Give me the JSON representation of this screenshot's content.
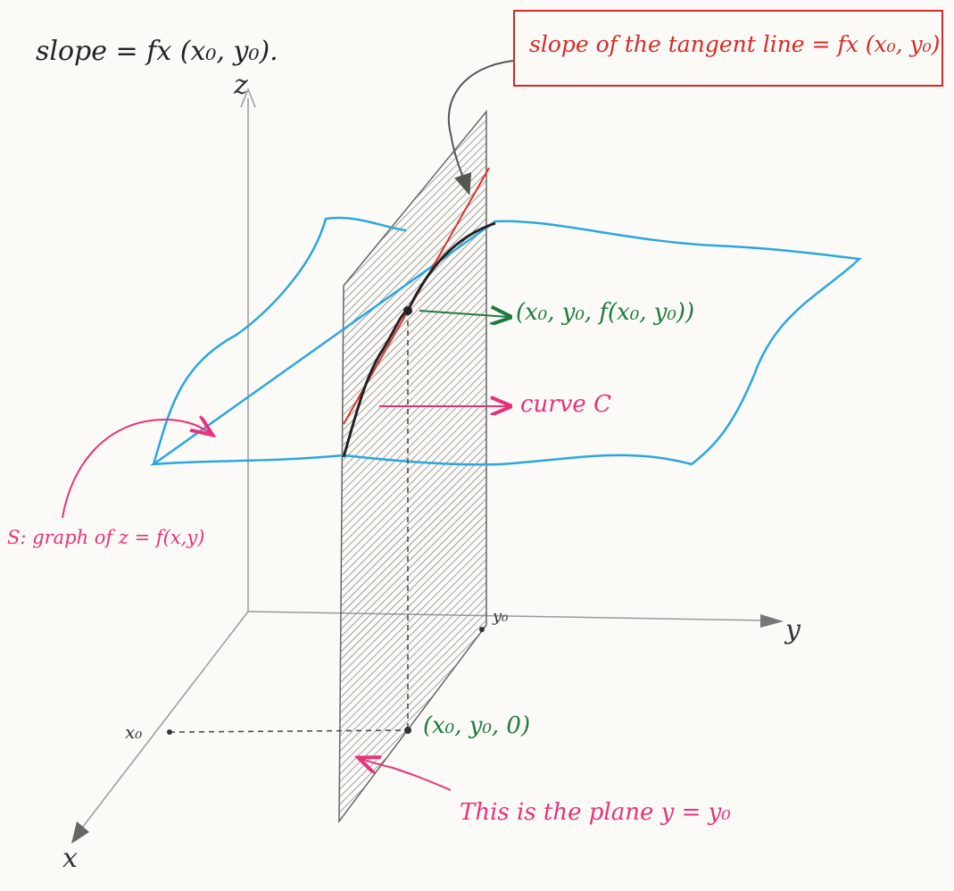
{
  "header": {
    "slope_text": "slope = fx (x₀, y₀)."
  },
  "callout": {
    "text": "slope of the tangent line = fx (x₀, y₀)"
  },
  "axes": {
    "z_label": "z",
    "y_label": "y",
    "x_label": "x"
  },
  "labels": {
    "point_3d": "(x₀, y₀, f(x₀, y₀))",
    "curve": "curve C",
    "surface": "S: graph of z = f(x,y)",
    "y0": "y₀",
    "x0": "x₀",
    "point_base": "(x₀, y₀, 0)",
    "plane": "This is the plane y = y₀"
  },
  "colors": {
    "surface": "#2aa7de",
    "tangent": "#e03030",
    "curve": "#222222",
    "green_label": "#1f7a3e",
    "pink_label": "#e8317a",
    "axis": "#999999",
    "plane_hatch": "#666666",
    "callout_border": "#d62a2a"
  }
}
